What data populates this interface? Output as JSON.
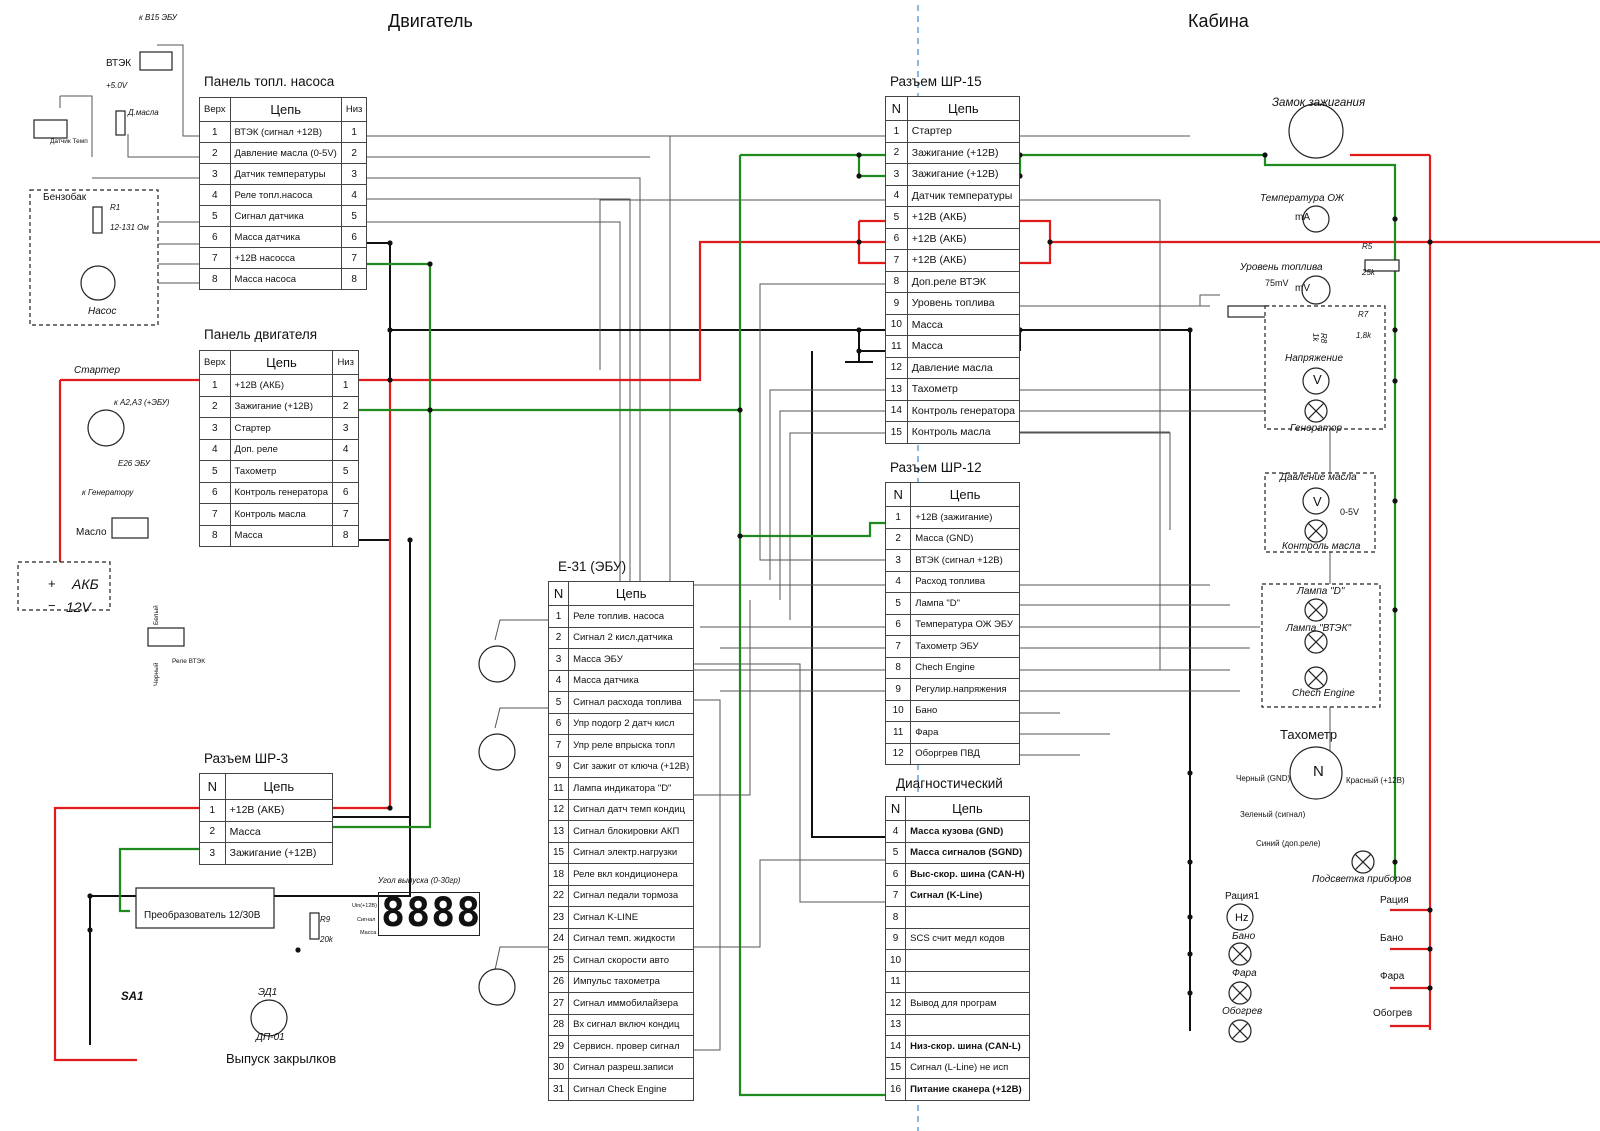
{
  "sections": {
    "engine": "Двигатель",
    "cabin": "Кабина"
  },
  "panel_fuel": {
    "title": "Панель топл. насоса",
    "h_top": "Верх",
    "h_circuit": "Цепь",
    "h_bottom": "Низ",
    "rows": [
      {
        "n": "1",
        "c": "ВТЭК (сигнал +12В)",
        "b": "1"
      },
      {
        "n": "2",
        "c": "Давление масла (0-5V)",
        "b": "2"
      },
      {
        "n": "3",
        "c": "Датчик температуры",
        "b": "3"
      },
      {
        "n": "4",
        "c": "Реле топл.насоса",
        "b": "4"
      },
      {
        "n": "5",
        "c": "Сигнал датчика",
        "b": "5"
      },
      {
        "n": "6",
        "c": "Масса датчика",
        "b": "6"
      },
      {
        "n": "7",
        "c": "+12В насосса",
        "b": "7"
      },
      {
        "n": "8",
        "c": "Масса насоса",
        "b": "8"
      }
    ]
  },
  "panel_engine": {
    "title": "Панель двигателя",
    "h_top": "Верх",
    "h_circuit": "Цепь",
    "h_bottom": "Низ",
    "rows": [
      {
        "n": "1",
        "c": "+12В (АКБ)",
        "b": "1"
      },
      {
        "n": "2",
        "c": "Зажигание (+12В)",
        "b": "2"
      },
      {
        "n": "3",
        "c": "Стартер",
        "b": "3"
      },
      {
        "n": "4",
        "c": "Доп. реле",
        "b": "4"
      },
      {
        "n": "5",
        "c": "Тахометр",
        "b": "5"
      },
      {
        "n": "6",
        "c": "Контроль генератора",
        "b": "6"
      },
      {
        "n": "7",
        "c": "Контроль масла",
        "b": "7"
      },
      {
        "n": "8",
        "c": "Масса",
        "b": "8"
      }
    ]
  },
  "shr3": {
    "title": "Разъем ШР-3",
    "h_n": "N",
    "h_circuit": "Цепь",
    "rows": [
      {
        "n": "1",
        "c": "+12В (АКБ)"
      },
      {
        "n": "2",
        "c": "Масса"
      },
      {
        "n": "3",
        "c": "Зажигание (+12В)"
      }
    ]
  },
  "ecu": {
    "title": "Е-31 (ЭБУ)",
    "h_n": "N",
    "h_circuit": "Цепь",
    "rows": [
      {
        "n": "1",
        "c": "Реле топлив. насоса"
      },
      {
        "n": "2",
        "c": "Сигнал 2 кисл.датчика"
      },
      {
        "n": "3",
        "c": "Масса ЭБУ"
      },
      {
        "n": "4",
        "c": "Масса датчика"
      },
      {
        "n": "5",
        "c": "Сигнал расхода топлива"
      },
      {
        "n": "6",
        "c": "Упр подогр 2 датч кисл"
      },
      {
        "n": "7",
        "c": "Упр реле впрыска топл"
      },
      {
        "n": "9",
        "c": "Сиг зажиг от ключа (+12В)"
      },
      {
        "n": "11",
        "c": "Лампа индикатора \"D\""
      },
      {
        "n": "12",
        "c": "Сигнал датч темп кондиц"
      },
      {
        "n": "13",
        "c": "Сигнал блокировки АКП"
      },
      {
        "n": "15",
        "c": "Сигнал электр.нагрузки"
      },
      {
        "n": "18",
        "c": "Реле вкл кондиционера"
      },
      {
        "n": "22",
        "c": "Сигнал педали тормоза"
      },
      {
        "n": "23",
        "c": "Сигнал K-LINE"
      },
      {
        "n": "24",
        "c": "Сигнал темп. жидкости"
      },
      {
        "n": "25",
        "c": "Сигнал скорости авто"
      },
      {
        "n": "26",
        "c": "Импульс тахометра"
      },
      {
        "n": "27",
        "c": "Сигнал иммобилайзера"
      },
      {
        "n": "28",
        "c": "Вх сигнал включ кондиц"
      },
      {
        "n": "29",
        "c": "Сервисн. провер сигнал"
      },
      {
        "n": "30",
        "c": "Сигнал разреш.записи"
      },
      {
        "n": "31",
        "c": "Сигнал Check Engine"
      }
    ]
  },
  "shr15": {
    "title": "Разъем ШР-15",
    "h_n": "N",
    "h_circuit": "Цепь",
    "rows": [
      {
        "n": "1",
        "c": "Стартер"
      },
      {
        "n": "2",
        "c": "Зажигание (+12В)"
      },
      {
        "n": "3",
        "c": "Зажигание (+12В)"
      },
      {
        "n": "4",
        "c": "Датчик температуры"
      },
      {
        "n": "5",
        "c": "+12В (АКБ)"
      },
      {
        "n": "6",
        "c": "+12В (АКБ)"
      },
      {
        "n": "7",
        "c": "+12В (АКБ)"
      },
      {
        "n": "8",
        "c": "Доп.реле ВТЭК"
      },
      {
        "n": "9",
        "c": "Уровень топлива"
      },
      {
        "n": "10",
        "c": "Масса"
      },
      {
        "n": "11",
        "c": "Масса"
      },
      {
        "n": "12",
        "c": "Давление масла"
      },
      {
        "n": "13",
        "c": "Тахометр"
      },
      {
        "n": "14",
        "c": "Контроль генератора"
      },
      {
        "n": "15",
        "c": "Контроль масла"
      }
    ]
  },
  "shr12": {
    "title": "Разъем ШР-12",
    "h_n": "N",
    "h_circuit": "Цепь",
    "rows": [
      {
        "n": "1",
        "c": "+12В (зажигание)"
      },
      {
        "n": "2",
        "c": "Масса (GND)"
      },
      {
        "n": "3",
        "c": "ВТЭК (сигнал +12В)"
      },
      {
        "n": "4",
        "c": "Расход топлива"
      },
      {
        "n": "5",
        "c": "Лампа \"D\""
      },
      {
        "n": "6",
        "c": "Температура ОЖ ЭБУ"
      },
      {
        "n": "7",
        "c": "Тахометр ЭБУ"
      },
      {
        "n": "8",
        "c": "Chech Engine"
      },
      {
        "n": "9",
        "c": "Регулир.напряжения"
      },
      {
        "n": "10",
        "c": "Бано"
      },
      {
        "n": "11",
        "c": "Фара"
      },
      {
        "n": "12",
        "c": "Оборгрев ПВД"
      }
    ]
  },
  "diag": {
    "title": "Диагностический",
    "h_n": "N",
    "h_circuit": "Цепь",
    "rows": [
      {
        "n": "4",
        "c": "Масса кузова (GND)",
        "bold": true
      },
      {
        "n": "5",
        "c": "Масса сигналов (SGND)",
        "bold": true
      },
      {
        "n": "6",
        "c": "Выс-скор. шина (CAN-H)",
        "bold": true
      },
      {
        "n": "7",
        "c": "Сигнал (K-Line)",
        "bold": true
      },
      {
        "n": "8",
        "c": ""
      },
      {
        "n": "9",
        "c": "SCS счит медл кодов"
      },
      {
        "n": "10",
        "c": ""
      },
      {
        "n": "11",
        "c": ""
      },
      {
        "n": "12",
        "c": "Вывод для програм"
      },
      {
        "n": "13",
        "c": ""
      },
      {
        "n": "14",
        "c": "Низ-скор. шина (CAN-L)",
        "bold": true
      },
      {
        "n": "15",
        "c": "Сигнал (L-Line) не исп"
      },
      {
        "n": "16",
        "c": "Питание сканера (+12В)",
        "bold": true
      }
    ]
  },
  "labels": {
    "b15": "к В15 ЭБУ",
    "vtek": "ВТЭК",
    "plus5": "+5.0V",
    "oil_sensor": "Д.масла",
    "temp_sensor": "Датчик Темп",
    "tank": "Бензобак",
    "r1": "R1",
    "r1_val": "12-131 Ом",
    "pump": "Насос",
    "starter": "Стартер",
    "to_a2a3": "к А2,А3 (+ЭБУ)",
    "e26": "Е26 ЭБУ",
    "to_gen": "к Генератору",
    "oil": "Масло",
    "akb": "АКБ",
    "akb_v": "12V",
    "plus": "+",
    "minus": "−",
    "white": "Белый",
    "black": "Черный",
    "relay_vtek": "Реле ВТЭК",
    "converter": "Преобразователь 12/30В",
    "r9": "R9",
    "r9_val": "20k",
    "angle": "Угол выпуска (0-30гр)",
    "uin": "Uin(+12В)",
    "signal": "Сигнал",
    "ground": "Масса",
    "display": "8888",
    "sa1": "SA1",
    "ed1": "ЭД1",
    "dp01": "ДП-01",
    "flaps": "Выпуск закрылков",
    "ignition_lock": "Замок зажигания",
    "coolant_temp": "Температура ОЖ",
    "ma": "mA",
    "fuel_level": "Уровень топлива",
    "mv75": "75mV",
    "mv": "mV",
    "r5": "R5",
    "r5_val": "25k",
    "r7": "R7",
    "r7_val": "1,8k",
    "r8": "R8",
    "r8_val": "1k",
    "voltage": "Напряжение",
    "v": "V",
    "generator": "Генератор",
    "oil_pressure": "Давление масла",
    "v05": "0-5V",
    "oil_control": "Контроль масла",
    "lamp_d": "Лампа \"D\"",
    "lamp_vtek": "Лампа \"ВТЭК\"",
    "check_engine": "Chech Engine",
    "tachometer": "Тахометр",
    "tacho_n": "N",
    "black_gnd": "Черный (GND)",
    "red_12": "Красный (+12В)",
    "green_sig": "Зеленый (сигнал)",
    "blue_relay": "Синий (доп.реле)",
    "backlight": "Подсветка приборов",
    "radio1": "Рация1",
    "hz": "Hz",
    "bano": "Бано",
    "fara": "Фара",
    "heating": "Обогрев",
    "sw_radio": "Рация",
    "sw_bano": "Бано",
    "sw_fara": "Фара",
    "sw_heating": "Обогрев"
  }
}
